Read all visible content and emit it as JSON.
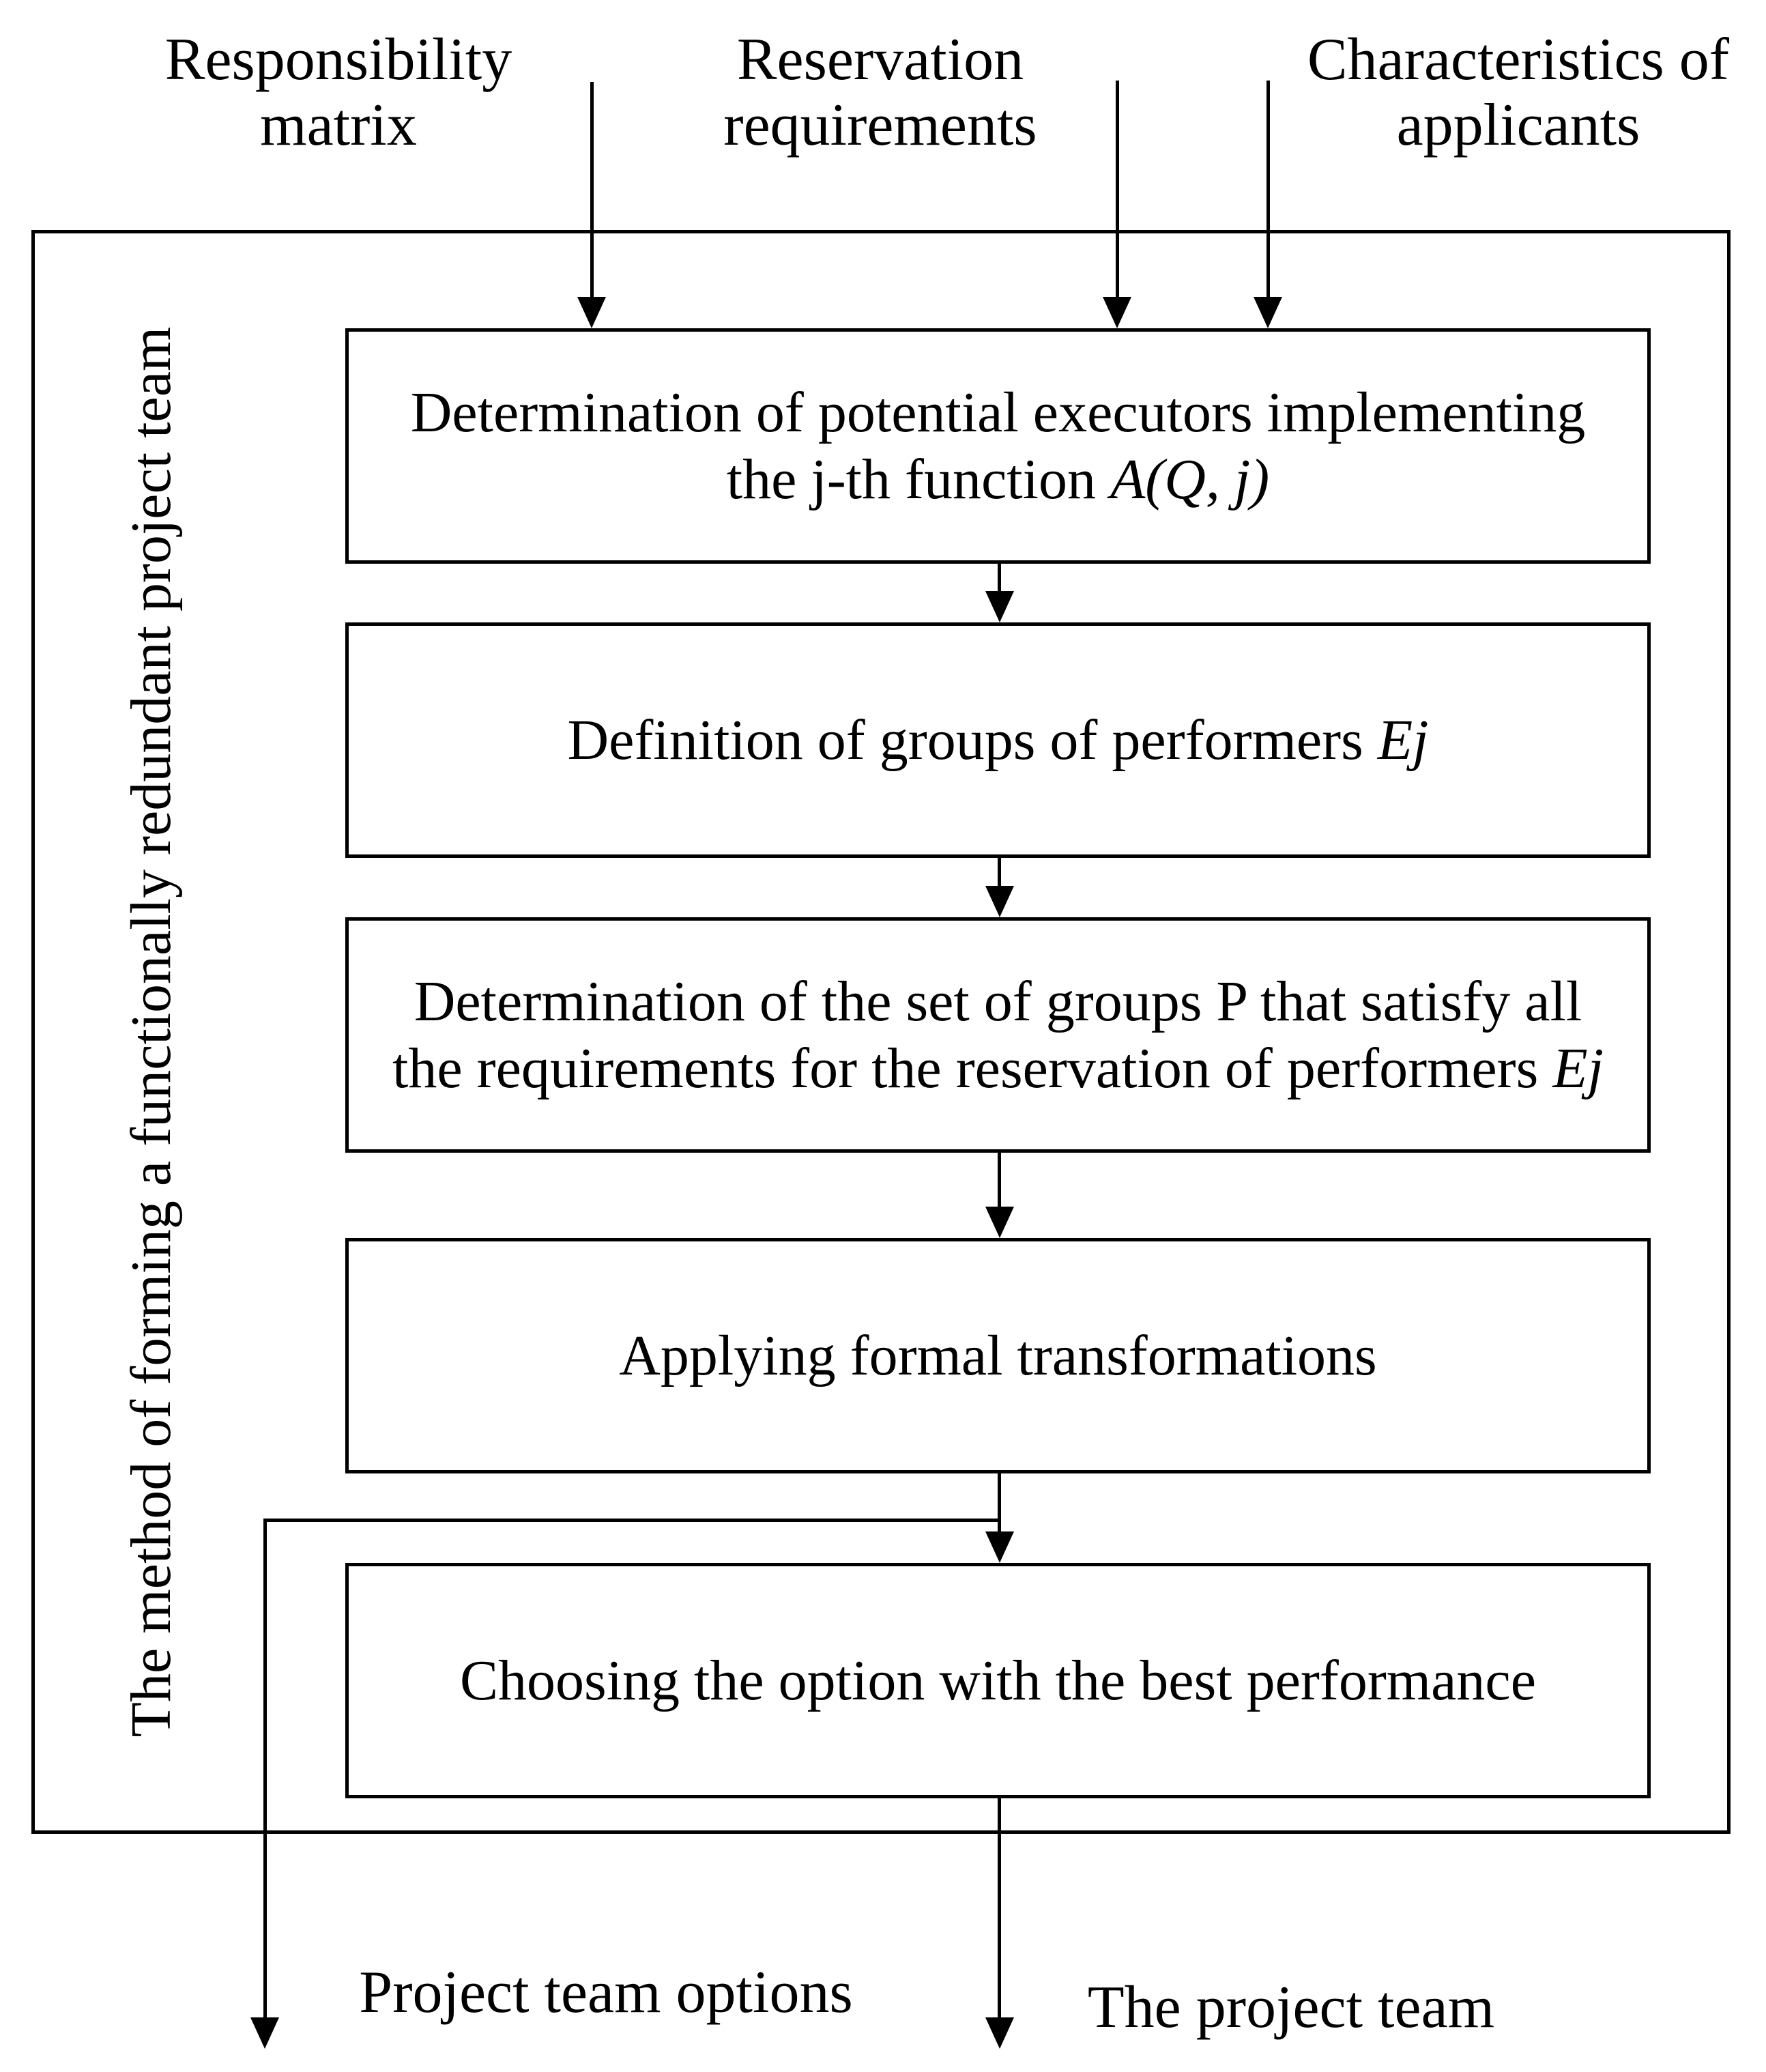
{
  "colors": {
    "ink": "#000000",
    "paper": "#ffffff"
  },
  "inputs": [
    {
      "id": "responsibility-matrix",
      "label": "Responsibility\nmatrix"
    },
    {
      "id": "reservation-requirements",
      "label": "Reservation\nrequirements"
    },
    {
      "id": "characteristics-of-applicants",
      "label": "Characteristics of\napplicants"
    }
  ],
  "method": {
    "side_label": "The method of forming a functionally redundant project team"
  },
  "steps": [
    {
      "text": "Determination of potential executors implementing\nthe j-th function ",
      "math": "A(Q, j)"
    },
    {
      "text": "Definition of groups of performers ",
      "math": "Ej"
    },
    {
      "text": "Determination of the set of groups P that satisfy all\nthe requirements for the reservation of performers ",
      "math": "Ej"
    },
    {
      "text": "Applying formal transformations",
      "math": ""
    },
    {
      "text": "Choosing the option with the best performance",
      "math": ""
    }
  ],
  "outputs": [
    {
      "id": "project-team-options",
      "label": "Project team options"
    },
    {
      "id": "the-project-team",
      "label": "The project team"
    }
  ]
}
